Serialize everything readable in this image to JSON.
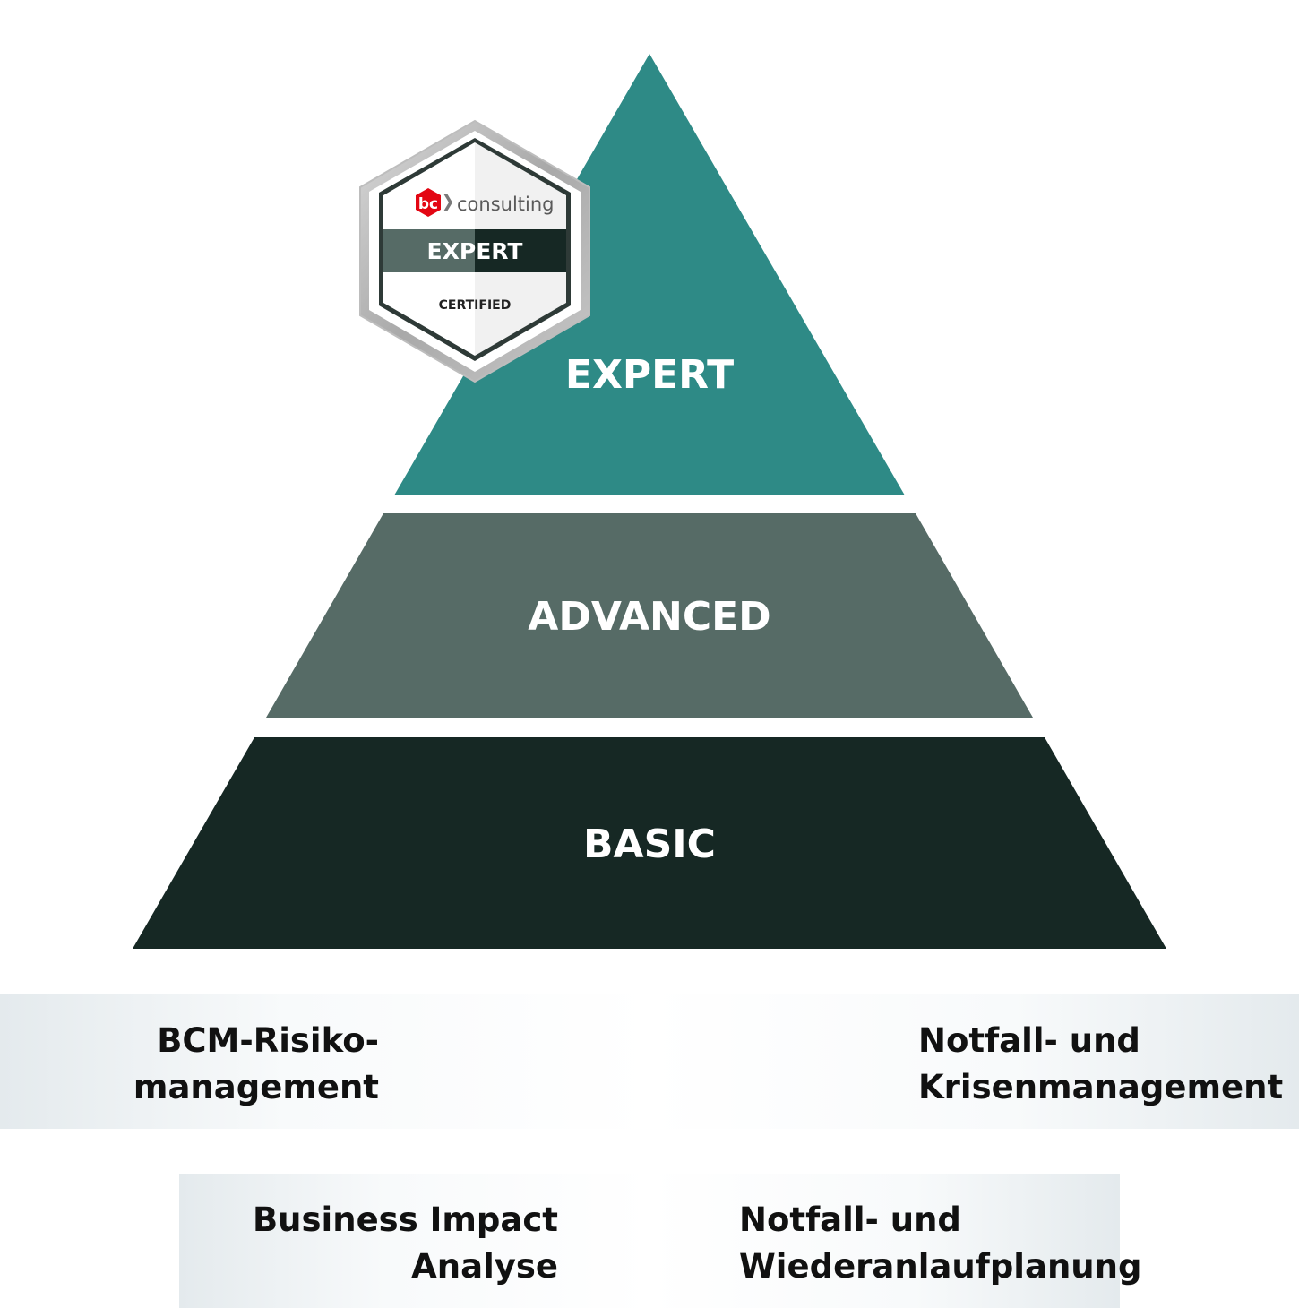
{
  "tiers": [
    {
      "label": "EXPERT",
      "color": "#2e8a86"
    },
    {
      "label": "ADVANCED",
      "color": "#566b66"
    },
    {
      "label": "BASIC",
      "color": "#162824"
    }
  ],
  "badge": {
    "logo_mark": "bc",
    "logo_text": "consulting",
    "level": "EXPERT",
    "status": "CERTIFIED",
    "logo_color": "#e30613"
  },
  "topics": {
    "bcm": {
      "line1": "BCM-Risiko-",
      "line2": "management"
    },
    "notfall_krisen": {
      "line1": "Notfall- und",
      "line2": "Krisenmanagement"
    },
    "bia": {
      "line1": "Business Impact",
      "line2": "Analyse"
    },
    "notfall_wieder": {
      "line1": "Notfall- und",
      "line2": "Wiederanlaufplanung"
    }
  }
}
